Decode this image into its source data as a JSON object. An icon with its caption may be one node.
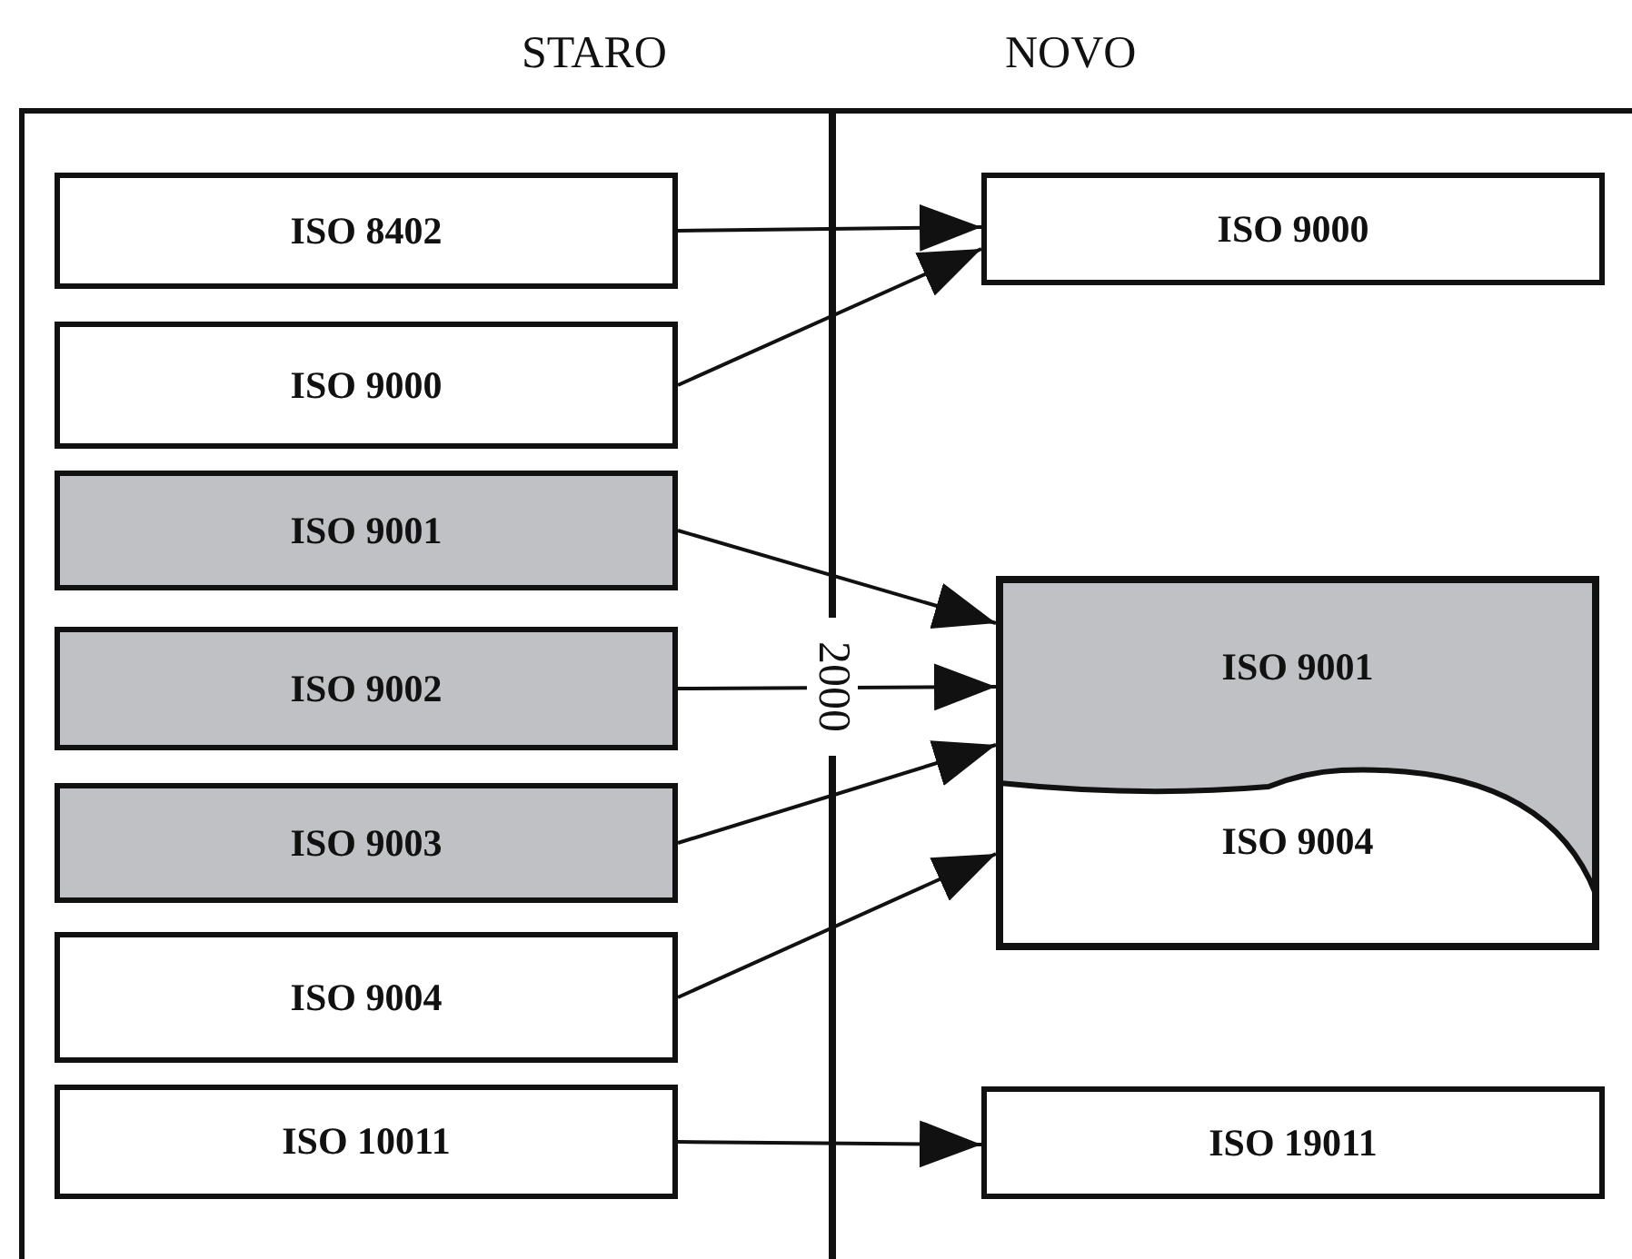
{
  "diagram": {
    "nodes": [
      {
        "text": [
          "ISO 8402"
        ]
      },
      {
        "text": [
          "ISO 9000"
        ]
      },
      {
        "text": [
          "ISO 9001"
        ]
      },
      {
        "text": [
          "ISO 9002"
        ]
      },
      {
        "text": [
          "ISO 9003"
        ]
      },
      {
        "text": [
          "ISO 9004"
        ]
      },
      {
        "text": [
          "ISO 10011"
        ]
      },
      {
        "text": [
          "ISO 9000"
        ]
      },
      {
        "text": [
          "ISO 9001",
          "ISO 9004"
        ]
      },
      {
        "text": [
          "ISO 19011"
        ]
      }
    ],
    "edges": [
      {
        "from": 0,
        "to": 7,
        "arrow": "to"
      },
      {
        "from": 1,
        "to": 7,
        "arrow": "to"
      },
      {
        "from": 2,
        "to": 8,
        "arrow": "to"
      },
      {
        "from": 3,
        "to": 8,
        "arrow": "to"
      },
      {
        "from": 4,
        "to": 8,
        "arrow": "to"
      },
      {
        "from": 5,
        "to": 8,
        "arrow": "to"
      },
      {
        "from": 6,
        "to": 9,
        "arrow": "to"
      }
    ],
    "labels": [
      "STARO",
      "NOVO",
      "2000"
    ]
  }
}
